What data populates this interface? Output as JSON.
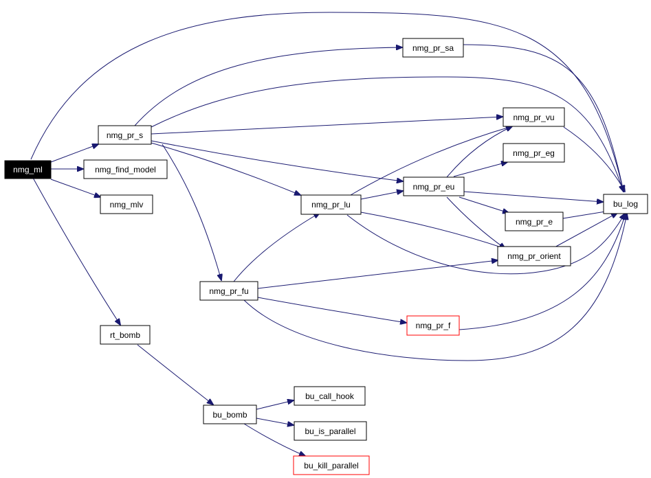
{
  "colors": {
    "edge": "#191970",
    "node_border": "#000000",
    "node_border_highlight": "#ff0000",
    "root_fill": "#000000",
    "root_text": "#ffffff"
  },
  "nodes": {
    "nmg_ml": "nmg_ml",
    "nmg_pr_s": "nmg_pr_s",
    "nmg_find_model": "nmg_find_model",
    "nmg_mlv": "nmg_mlv",
    "rt_bomb": "rt_bomb",
    "nmg_pr_sa": "nmg_pr_sa",
    "nmg_pr_vu": "nmg_pr_vu",
    "nmg_pr_eg": "nmg_pr_eg",
    "nmg_pr_eu": "nmg_pr_eu",
    "nmg_pr_lu": "nmg_pr_lu",
    "nmg_pr_e": "nmg_pr_e",
    "bu_log": "bu_log",
    "nmg_pr_orient": "nmg_pr_orient",
    "nmg_pr_fu": "nmg_pr_fu",
    "nmg_pr_f": "nmg_pr_f",
    "bu_bomb": "bu_bomb",
    "bu_call_hook": "bu_call_hook",
    "bu_is_parallel": "bu_is_parallel",
    "bu_kill_parallel": "bu_kill_parallel"
  },
  "edges": [
    [
      "nmg_ml",
      "nmg_pr_s"
    ],
    [
      "nmg_ml",
      "nmg_find_model"
    ],
    [
      "nmg_ml",
      "nmg_mlv"
    ],
    [
      "nmg_ml",
      "rt_bomb"
    ],
    [
      "nmg_ml",
      "bu_log"
    ],
    [
      "nmg_pr_s",
      "nmg_pr_sa"
    ],
    [
      "nmg_pr_s",
      "bu_log"
    ],
    [
      "nmg_pr_s",
      "nmg_pr_vu"
    ],
    [
      "nmg_pr_s",
      "nmg_pr_eu"
    ],
    [
      "nmg_pr_s",
      "nmg_pr_lu"
    ],
    [
      "nmg_pr_s",
      "nmg_pr_fu"
    ],
    [
      "nmg_pr_sa",
      "bu_log"
    ],
    [
      "nmg_pr_vu",
      "bu_log"
    ],
    [
      "nmg_pr_eu",
      "nmg_pr_vu"
    ],
    [
      "nmg_pr_eu",
      "nmg_pr_eg"
    ],
    [
      "nmg_pr_eu",
      "bu_log"
    ],
    [
      "nmg_pr_eu",
      "nmg_pr_e"
    ],
    [
      "nmg_pr_eu",
      "nmg_pr_orient"
    ],
    [
      "nmg_pr_lu",
      "nmg_pr_vu"
    ],
    [
      "nmg_pr_lu",
      "nmg_pr_eu"
    ],
    [
      "nmg_pr_lu",
      "nmg_pr_orient"
    ],
    [
      "nmg_pr_lu",
      "bu_log"
    ],
    [
      "nmg_pr_e",
      "bu_log"
    ],
    [
      "nmg_pr_orient",
      "bu_log"
    ],
    [
      "nmg_pr_fu",
      "nmg_pr_lu"
    ],
    [
      "nmg_pr_fu",
      "nmg_pr_orient"
    ],
    [
      "nmg_pr_fu",
      "nmg_pr_f"
    ],
    [
      "nmg_pr_fu",
      "bu_log"
    ],
    [
      "nmg_pr_f",
      "bu_log"
    ],
    [
      "rt_bomb",
      "bu_bomb"
    ],
    [
      "bu_bomb",
      "bu_call_hook"
    ],
    [
      "bu_bomb",
      "bu_is_parallel"
    ],
    [
      "bu_bomb",
      "bu_kill_parallel"
    ]
  ]
}
